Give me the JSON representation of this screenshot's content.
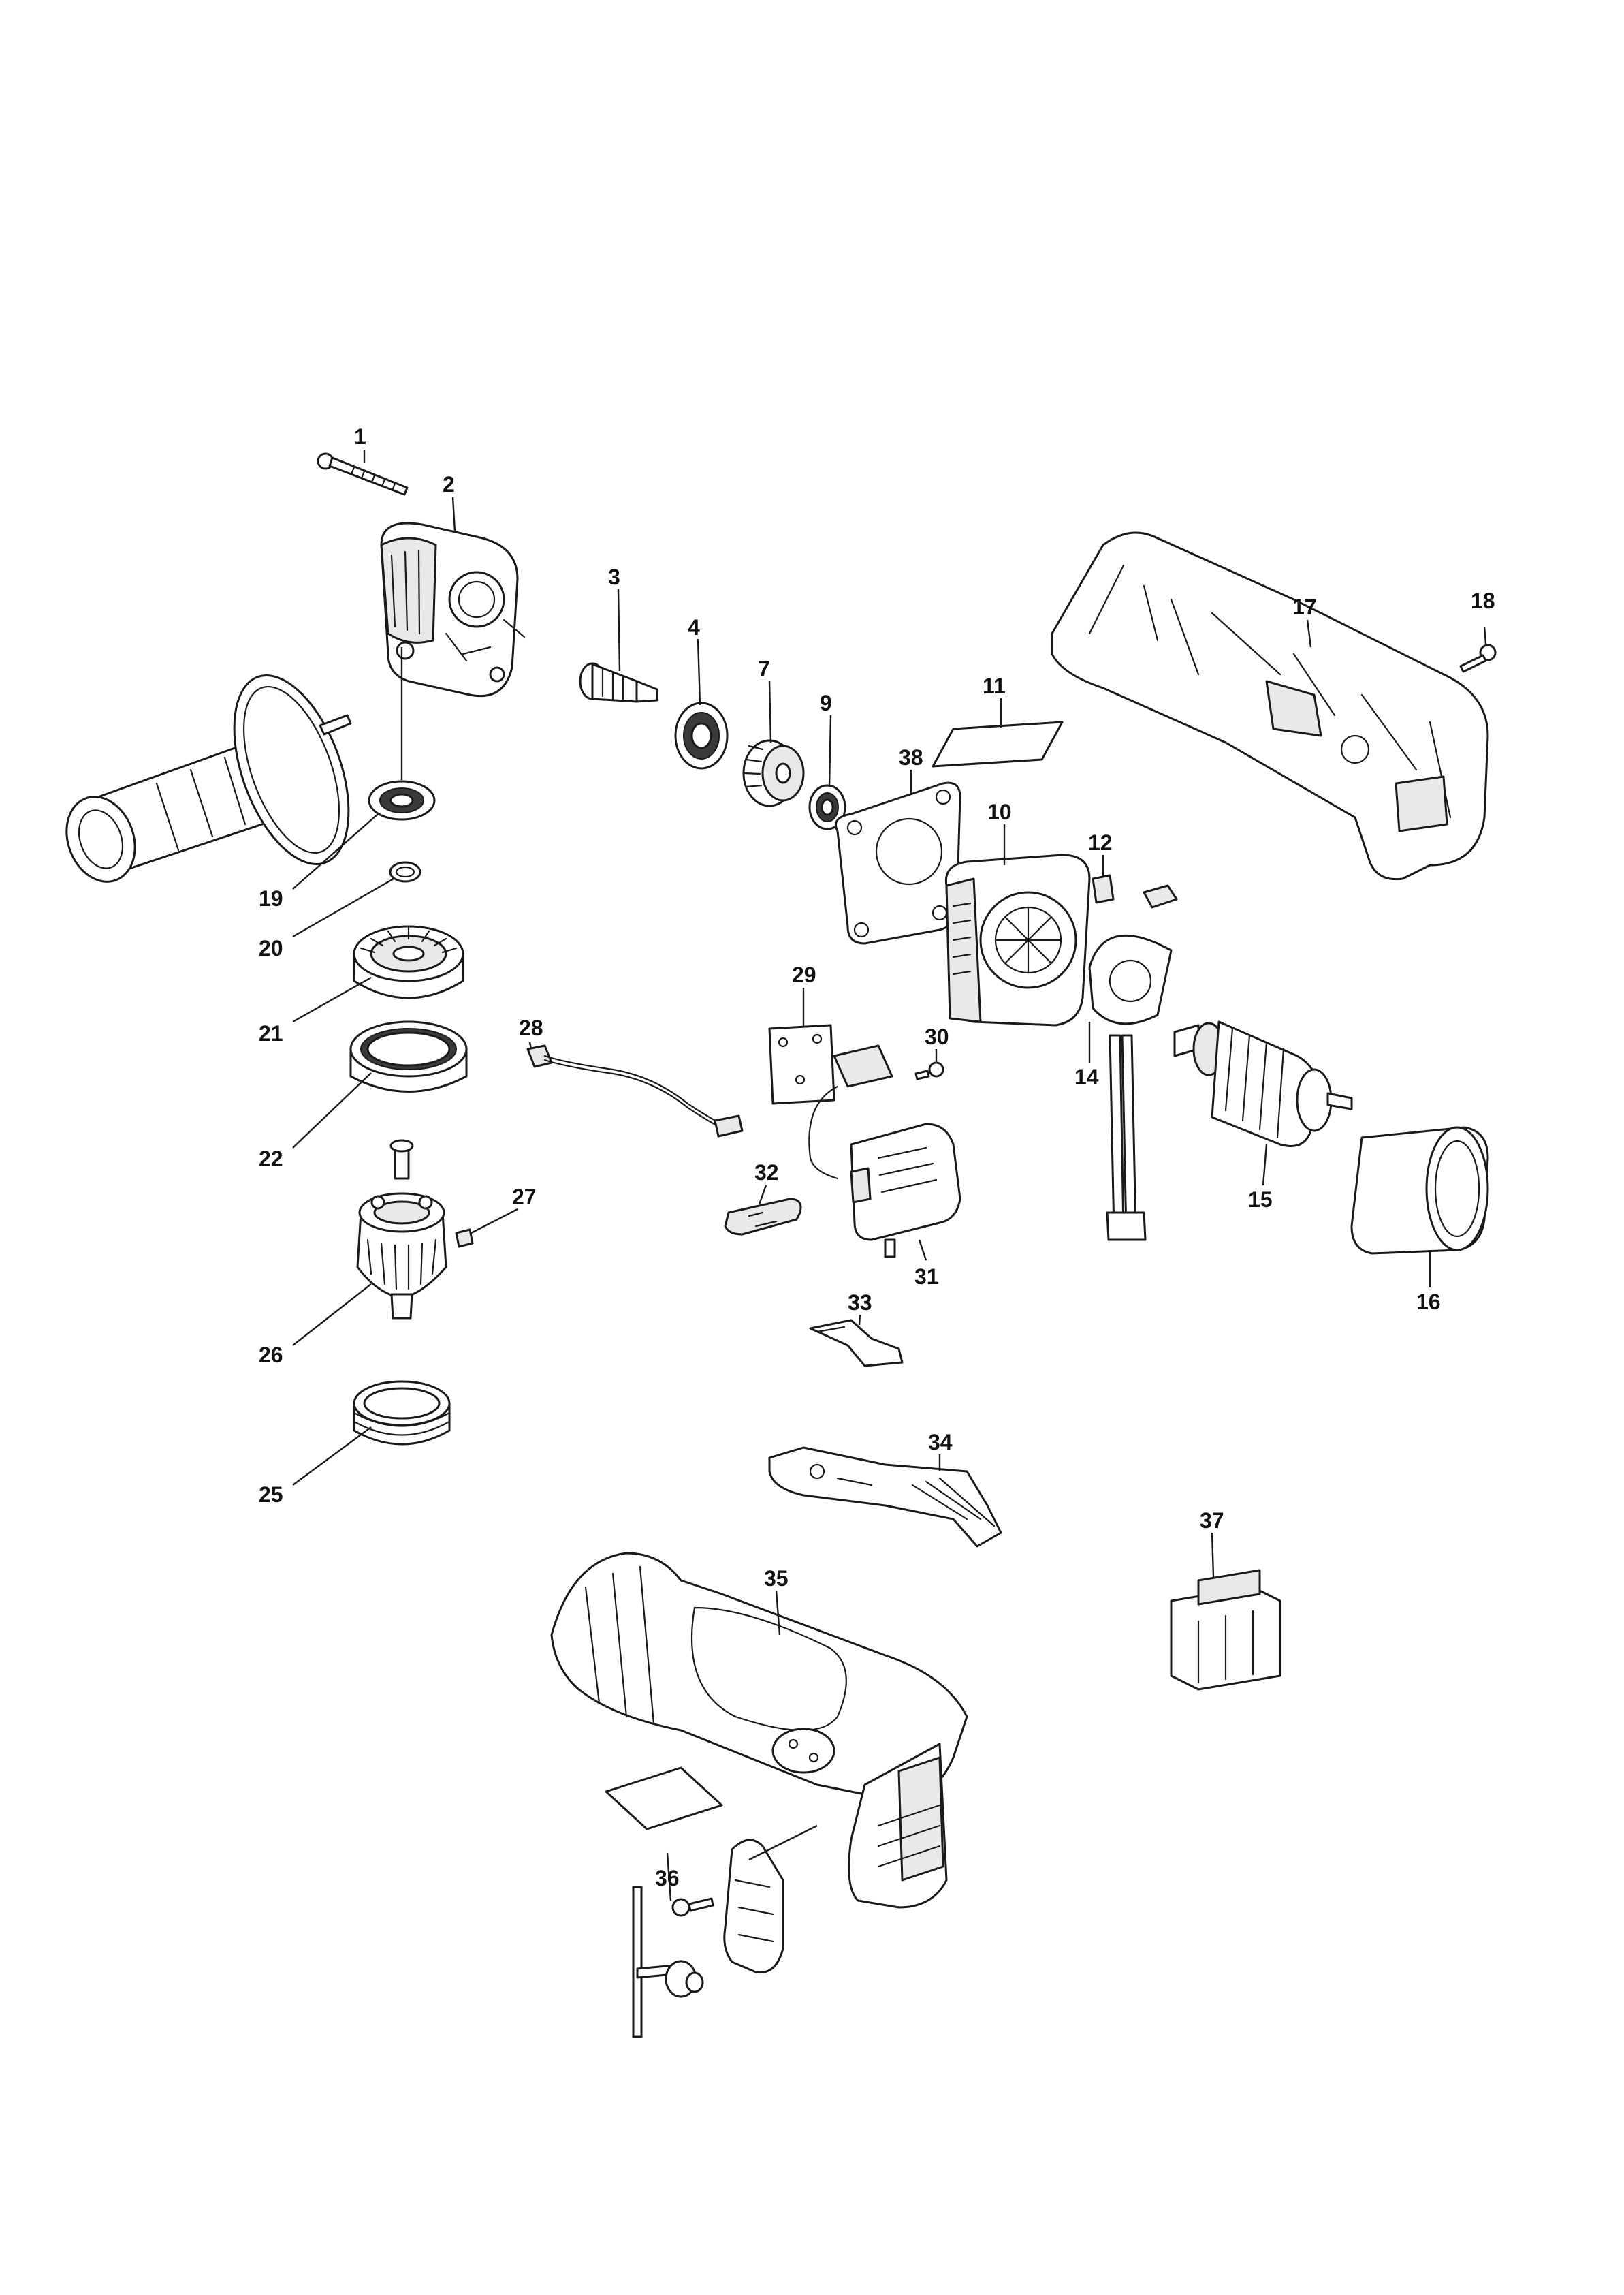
{
  "diagram": {
    "type": "exploded-parts-view",
    "callouts": [
      "1",
      "2",
      "3",
      "4",
      "7",
      "9",
      "10",
      "11",
      "12",
      "14",
      "15",
      "16",
      "17",
      "18",
      "19",
      "20",
      "21",
      "22",
      "25",
      "26",
      "27",
      "28",
      "29",
      "30",
      "31",
      "32",
      "33",
      "34",
      "35",
      "36",
      "37",
      "38"
    ]
  }
}
